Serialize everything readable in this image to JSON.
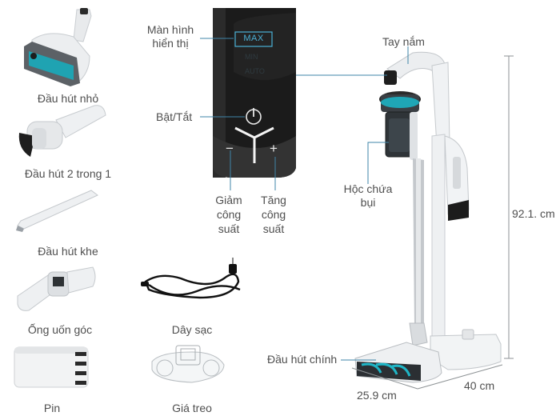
{
  "accessories": {
    "small_head": "Đầu hút nhỏ",
    "two_in_one": "Đầu hút 2 trong 1",
    "crevice": "Đầu hút khe",
    "elbow_tube": "Ống uốn góc",
    "charging_cable": "Dây sạc",
    "battery": "Pin",
    "hanger": "Giá treo"
  },
  "display_panel": {
    "screen_text": "MAX",
    "screen_label_1": "Màn hình",
    "screen_label_2": "hiển thị",
    "power_label": "Bật/Tắt",
    "minus_symbol": "−",
    "plus_symbol": "+",
    "decrease_1": "Giảm",
    "decrease_2": "công",
    "decrease_3": "suất",
    "increase_1": "Tăng",
    "increase_2": "công",
    "increase_3": "suất"
  },
  "vacuum": {
    "handle_label": "Tay nắm",
    "bin_label_1": "Hộc chứa",
    "bin_label_2": "bụi",
    "main_head_label": "Đầu hút chính"
  },
  "dimensions": {
    "height": "92.1. cm",
    "width": "25.9 cm",
    "depth": "40 cm"
  },
  "colors": {
    "accent": "#1a8fa0",
    "line": "#3f86a8",
    "body": "#e9ecef",
    "dark": "#1c1c1c"
  }
}
